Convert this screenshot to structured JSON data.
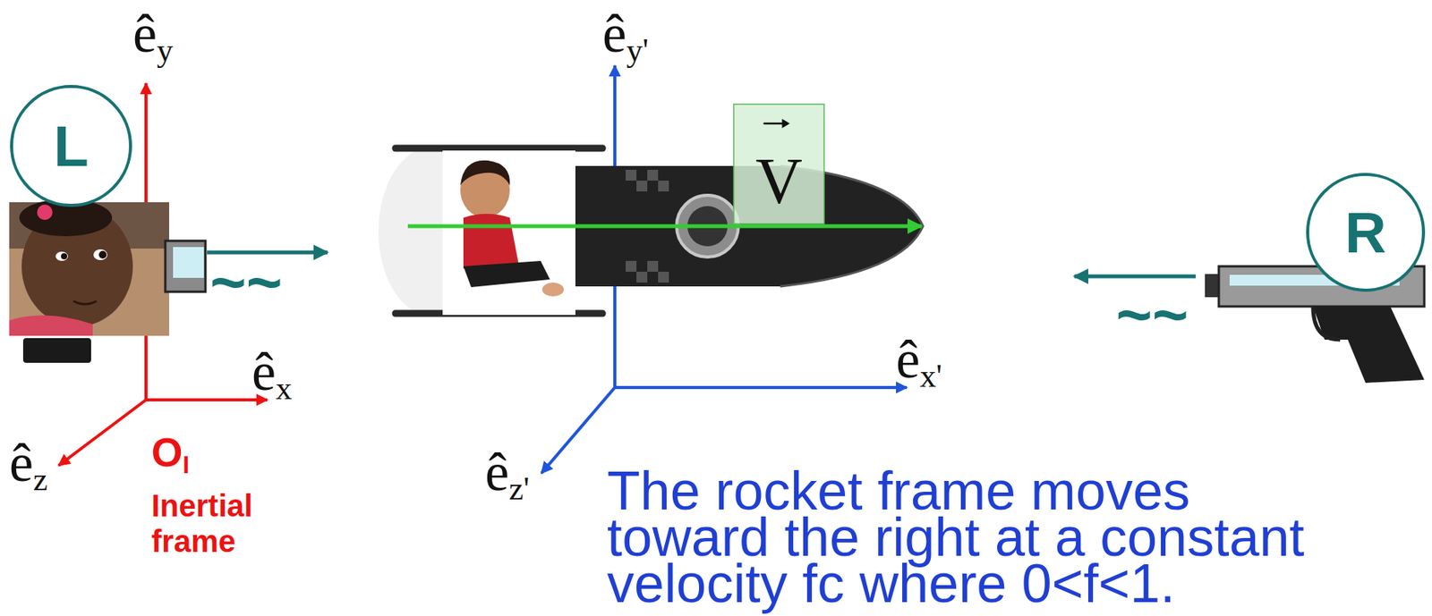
{
  "diagram": {
    "nodes": [
      {
        "text": [
          "L"
        ]
      },
      {
        "text": [
          "V"
        ]
      },
      {
        "text": [
          "R"
        ]
      }
    ],
    "labels": [
      "êy",
      "êx",
      "êz",
      "OI",
      "Inertial frame",
      "êy'",
      "êx'",
      "êz'",
      "The rocket frame moves toward the right at a constant velocity fc where 0<f<1.",
      "~~",
      "~~"
    ]
  }
}
